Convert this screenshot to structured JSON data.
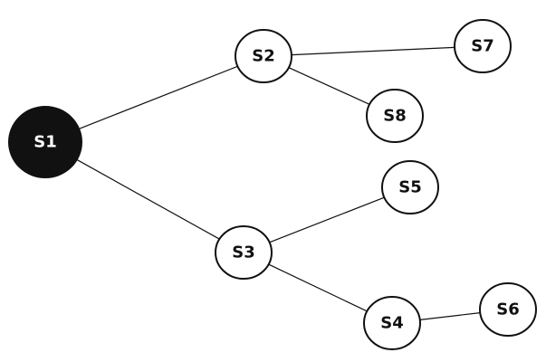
{
  "diagram": {
    "colors": {
      "highlight_fill": "#111111",
      "highlight_text": "#ffffff",
      "node_fill": "#ffffff",
      "node_text": "#111111",
      "line": "#111111"
    },
    "nodes": [
      {
        "id": "S1",
        "label": "S1",
        "highlighted": true
      },
      {
        "id": "S2",
        "label": "S2",
        "highlighted": false
      },
      {
        "id": "S3",
        "label": "S3",
        "highlighted": false
      },
      {
        "id": "S4",
        "label": "S4",
        "highlighted": false
      },
      {
        "id": "S5",
        "label": "S5",
        "highlighted": false
      },
      {
        "id": "S6",
        "label": "S6",
        "highlighted": false
      },
      {
        "id": "S7",
        "label": "S7",
        "highlighted": false
      },
      {
        "id": "S8",
        "label": "S8",
        "highlighted": false
      }
    ],
    "edges": [
      {
        "from": "S1",
        "to": "S2"
      },
      {
        "from": "S1",
        "to": "S3"
      },
      {
        "from": "S2",
        "to": "S7"
      },
      {
        "from": "S2",
        "to": "S8"
      },
      {
        "from": "S3",
        "to": "S5"
      },
      {
        "from": "S3",
        "to": "S4"
      },
      {
        "from": "S4",
        "to": "S6"
      }
    ]
  }
}
